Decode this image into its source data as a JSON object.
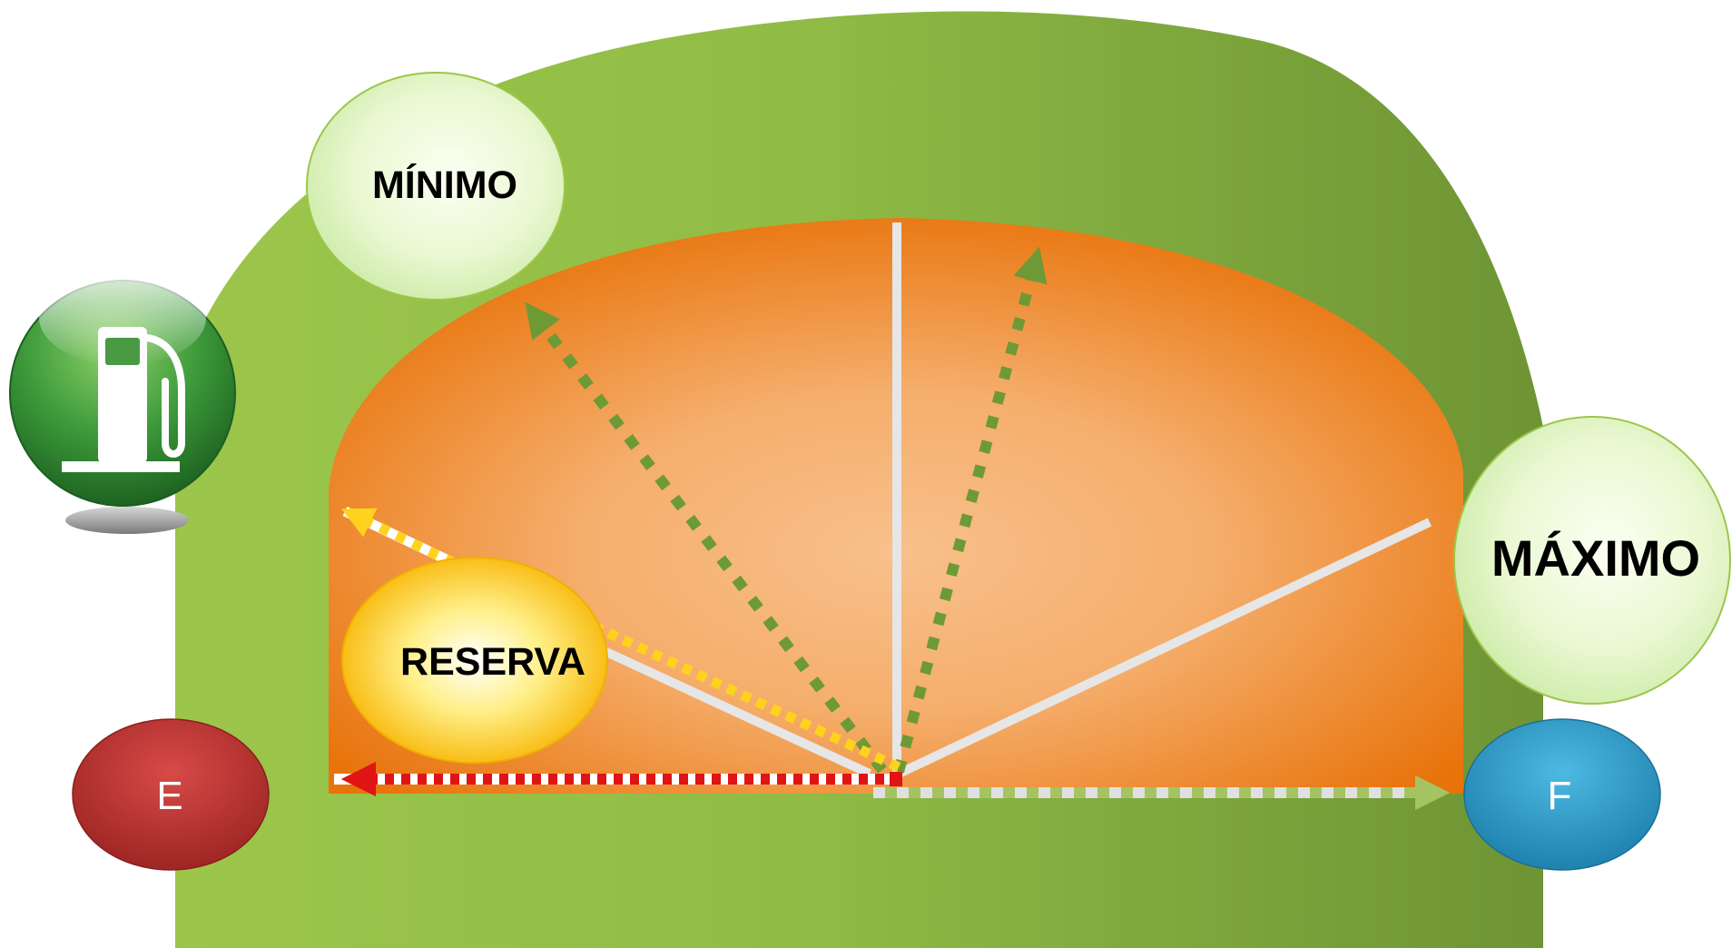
{
  "labels": {
    "minimo": "MÍNIMO",
    "maximo": "MÁXIMO",
    "reserva": "RESERVA",
    "empty": "E",
    "full": "F"
  },
  "icons": {
    "fuel": "fuel-pump-icon"
  },
  "colors": {
    "gauge_green": "#8DB943",
    "gauge_green_dark": "#6F9434",
    "dial_orange": "#E8730A",
    "dial_light": "#F8C08B",
    "reserve_yellow": "#FFD21E",
    "arrow_green": "#6E9A35",
    "arrow_red": "#E01414",
    "arrow_light_green": "#A4C464",
    "empty_red": "#B8302E",
    "full_blue": "#2E9CC8",
    "bubble_green": "#E4F6C8"
  }
}
